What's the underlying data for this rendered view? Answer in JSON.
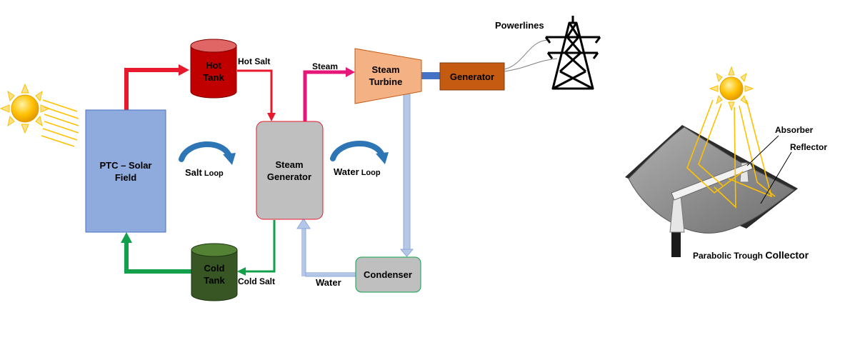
{
  "diagram": {
    "ptc": {
      "line1": "PTC – Solar",
      "line2": "Field"
    },
    "hot_tank": {
      "line1": "Hot",
      "line2": "Tank"
    },
    "cold_tank": {
      "line1": "Cold",
      "line2": "Tank"
    },
    "steam_generator": {
      "line1": "Steam",
      "line2": "Generator"
    },
    "steam_turbine": {
      "line1": "Steam",
      "line2": "Turbine"
    },
    "generator": "Generator",
    "condenser": "Condenser",
    "labels": {
      "hot_salt": "Hot Salt",
      "cold_salt": "Cold Salt",
      "steam": "Steam",
      "water": "Water",
      "powerlines": "Powerlines"
    },
    "loops": {
      "salt_a": "Salt",
      "salt_b": " Loop",
      "water_a": "Water",
      "water_b": " Loop"
    },
    "collector": {
      "absorber": "Absorber",
      "reflector": "Reflector",
      "title_a": "Parabolic Trough ",
      "title_b": "Collector"
    },
    "colors": {
      "hot_flow": "#e8192c",
      "cold_flow": "#12a04b",
      "steam_flow": "#e5177a",
      "water_flow": "#b4c7e7",
      "ptc_fill": "#8faadc",
      "hot_tank_fill": "#c00000",
      "cold_tank_fill": "#375623",
      "generator_fill": "#c55a11",
      "turbine_fill": "#f4b183",
      "sun": "#ffc000"
    }
  }
}
